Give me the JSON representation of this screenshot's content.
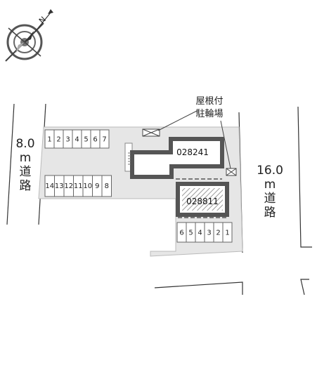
{
  "compass": {
    "label": "N",
    "icon": "north-compass-icon"
  },
  "roads": {
    "west": {
      "width": "8.0",
      "unit": "m",
      "suffix_1": "道",
      "suffix_2": "路"
    },
    "east": {
      "width": "16.0",
      "unit": "m",
      "suffix_1": "道",
      "suffix_2": "路"
    }
  },
  "bike_parking": {
    "line1": "屋根付",
    "line2": "駐輪場"
  },
  "buildings": [
    {
      "id": "028241"
    },
    {
      "id": "028811"
    }
  ],
  "parking": {
    "row_top": [
      "1",
      "2",
      "3",
      "4",
      "5",
      "6",
      "7"
    ],
    "row_middle": [
      "14",
      "13",
      "12",
      "11",
      "10",
      "9",
      "8"
    ],
    "row_bottom": [
      "6",
      "5",
      "4",
      "3",
      "2",
      "1"
    ]
  },
  "colors": {
    "lot_fill": "#e6e6e6",
    "building_border": "#555555",
    "hatch": "#999999"
  }
}
